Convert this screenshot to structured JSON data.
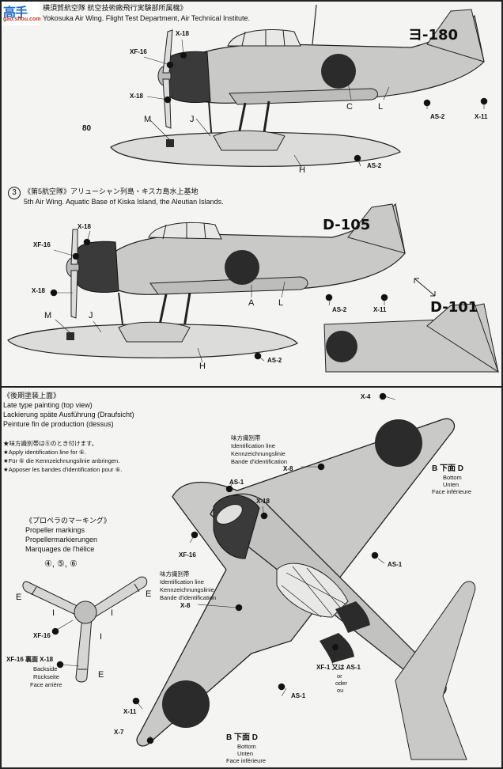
{
  "watermark": {
    "title": "高手",
    "url": "gao.shou.com"
  },
  "section1": {
    "title_jp": "横須賀航空隊 航空技術廠飛行実験部所属機》",
    "title_en": "Yokosuka Air Wing. Flight Test Department, Air Technical Institute.",
    "tail_code": "ヨ-180",
    "float_number": "80",
    "labels": {
      "x18_top": "X-18",
      "xf16": "XF-16",
      "x18_mid": "X-18",
      "m": "M",
      "j": "J",
      "c": "C",
      "l": "L",
      "h": "H",
      "as2_body": "AS-2",
      "as2_float": "AS-2",
      "x11": "X-11"
    }
  },
  "section3": {
    "number": "3",
    "title_jp": "《第5航空隊》アリューシャン列島・キスカ島水上基地",
    "title_en": "5th Air Wing. Aquatic Base of Kiska Island, the Aleutian Islands.",
    "tail_code": "D-105",
    "tail_code_alt": "D-101",
    "labels": {
      "x18_top": "X-18",
      "xf16": "XF-16",
      "x18_mid": "X-18",
      "m": "M",
      "j": "J",
      "a": "A",
      "l": "L",
      "h": "H",
      "as2_body": "AS-2",
      "as2_float": "AS-2",
      "x11": "X-11"
    }
  },
  "topview": {
    "title_jp": "《後期塗装上面》",
    "title_en": "Late type painting (top view)",
    "title_de": "Lackierung späte Ausführung (Draufsicht)",
    "title_fr": "Peinture fin de production (dessus)",
    "note_jp": "★味方識別帯は⑥のとき付けます。",
    "note_en": "★Apply identification line for ⑥.",
    "note_de": "★Für ⑥ die Kennzeichnungslinie anbringen.",
    "note_fr": "★Apposer les bandes d'identification pour ⑥.",
    "id_line_1": {
      "jp": "味方識別帯",
      "en": "Identification line",
      "de": "Kennzeichnungslinie",
      "fr": "Bande d'identification",
      "code": "X-8"
    },
    "id_line_2": {
      "jp": "味方識別帯",
      "en": "Identification line",
      "de": "Kennzeichnungslinie",
      "fr": "Bande d'identification",
      "code": "X-8"
    },
    "labels": {
      "x4": "X-4",
      "as1_a": "AS-1",
      "x18": "X-18",
      "xf16": "XF-16",
      "as1_b": "AS-1",
      "as1_c": "AS-1",
      "x11": "X-11",
      "x7": "X-7",
      "xf1": "XF-1 又は AS-1",
      "or": "or",
      "oder": "oder",
      "ou": "ou"
    },
    "underside_1": {
      "code": "B 下面 D",
      "en": "Bottom",
      "de": "Unten",
      "fr": "Face inférieure"
    },
    "underside_2": {
      "code": "B 下面 D",
      "en": "Bottom",
      "de": "Unten",
      "fr": "Face inférieure"
    }
  },
  "propeller": {
    "title_jp": "《プロペラのマーキング》",
    "title_en": "Propeller markings",
    "title_de": "Propellermarkierungen",
    "title_fr": "Marquages de l'hélice",
    "variants": "④, ⑤, ⑥",
    "labels": {
      "e1": "E",
      "e2": "E",
      "e3": "E",
      "i1": "I",
      "i2": "I",
      "i3": "I",
      "xf16_a": "XF-16",
      "xf16_b": "XF-16 裏面 X-18"
    },
    "backside": {
      "en": "Backside",
      "de": "Rückseite",
      "fr": "Face arrière"
    }
  },
  "colors": {
    "aircraft_gray": "#c9c9c7",
    "hinomaru": "#2b2b2b",
    "ink": "#111111",
    "paper": "#f4f4f2"
  }
}
